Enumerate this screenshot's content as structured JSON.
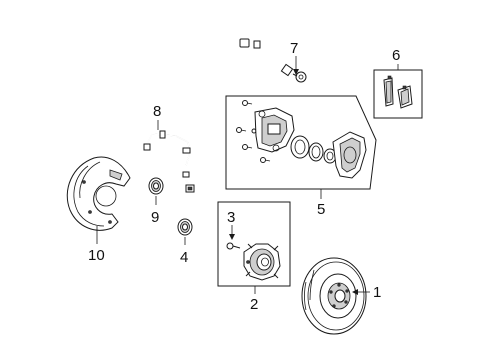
{
  "callouts": [
    {
      "id": "1",
      "text": "1"
    },
    {
      "id": "2",
      "text": "2"
    },
    {
      "id": "3",
      "text": "3"
    },
    {
      "id": "4",
      "text": "4"
    },
    {
      "id": "5",
      "text": "5"
    },
    {
      "id": "6",
      "text": "6"
    },
    {
      "id": "7",
      "text": "7"
    },
    {
      "id": "8",
      "text": "8"
    },
    {
      "id": "9",
      "text": "9"
    },
    {
      "id": "10",
      "text": "10"
    }
  ],
  "parts": {
    "rotor": {
      "callout": "1",
      "icon": "brake-rotor-icon"
    },
    "hub_assembly": {
      "callout": "2",
      "icon": "wheel-hub-icon"
    },
    "hub_bolt": {
      "callout": "3",
      "icon": "bolt-icon"
    },
    "seal": {
      "callout": "4",
      "icon": "seal-ring-icon"
    },
    "caliper_assembly": {
      "callout": "5",
      "icon": "brake-caliper-icon"
    },
    "brake_pads": {
      "callout": "6",
      "icon": "brake-pad-icon"
    },
    "brake_hose": {
      "callout": "7",
      "icon": "brake-hose-icon"
    },
    "abs_sensor": {
      "callout": "8",
      "icon": "wheel-speed-sensor-icon"
    },
    "sensor_ring": {
      "callout": "9",
      "icon": "tone-ring-icon"
    },
    "backing_plate": {
      "callout": "10",
      "icon": "dust-shield-icon"
    }
  }
}
